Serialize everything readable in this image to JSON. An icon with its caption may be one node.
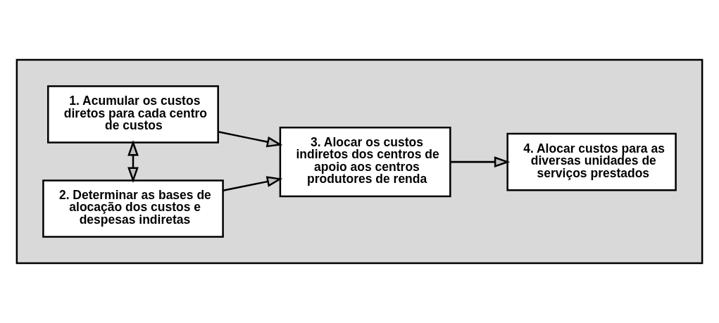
{
  "diagram": {
    "nodes": [
      {
        "text": [],
        "shape": "box"
      },
      {
        "text": [
          "1. Acumular os custos diretos para cada centro de custos"
        ],
        "in": 0
      },
      {
        "text": [
          "2. Determinar as bases de alocação dos custos e despesas indiretas"
        ],
        "in": 0
      },
      {
        "text": [
          "3. Alocar os custos indiretos dos centros de apoio aos centros produtores de renda"
        ],
        "in": 0
      },
      {
        "text": [
          "4. Alocar custos para as diversas unidades de serviços prestados"
        ],
        "in": 0
      }
    ],
    "edges": [
      {
        "from": 1,
        "to": 2,
        "arrow": "both"
      },
      {
        "from": 1,
        "to": 3,
        "arrow": "to"
      },
      {
        "from": 2,
        "to": 3,
        "arrow": "to"
      },
      {
        "from": 3,
        "to": 4,
        "arrow": "to"
      }
    ]
  }
}
